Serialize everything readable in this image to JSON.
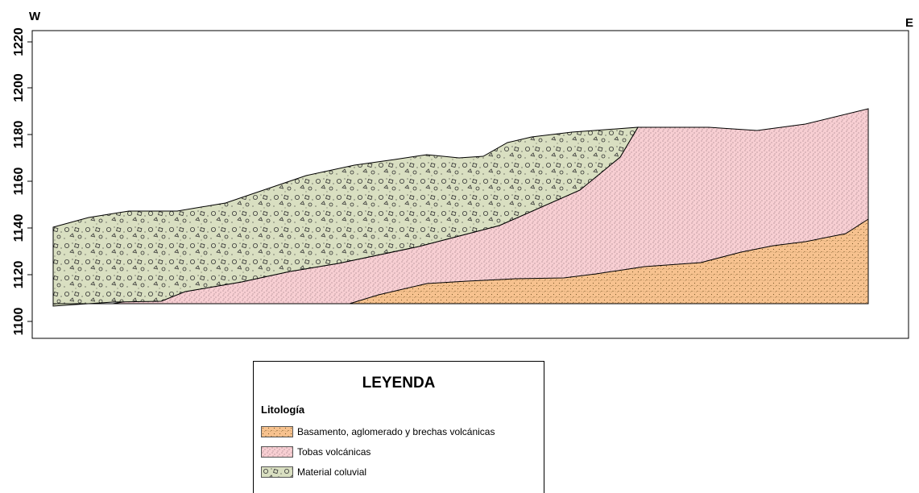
{
  "labels": {
    "west": "W",
    "east": "E"
  },
  "axis": {
    "ticks": [
      "1220",
      "1200",
      "1180",
      "1160",
      "1140",
      "1120",
      "1100"
    ]
  },
  "legend": {
    "title": "LEYENDA",
    "subtitle": "Litología",
    "items": [
      {
        "label": "Basamento, aglomerado y brechas volcánicas",
        "color": "#f7c28f"
      },
      {
        "label": "Tobas volcánicas",
        "color": "#f8cfd3"
      },
      {
        "label": "Material coluvial",
        "color": "#d9dfc1"
      }
    ]
  },
  "colors": {
    "basement": "#f7c28f",
    "tuff": "#f8cfd3",
    "colluvium": "#d9dfc1",
    "outline": "#000000"
  }
}
